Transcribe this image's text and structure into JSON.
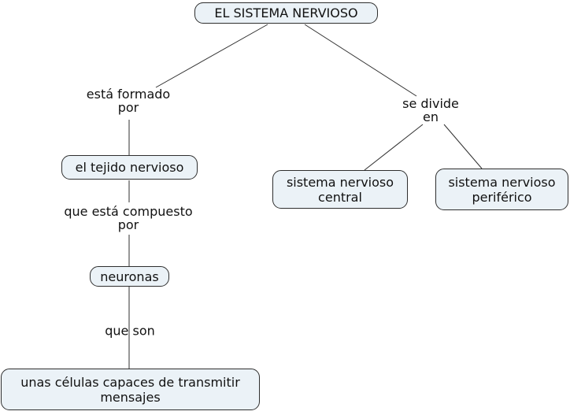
{
  "title": "EL SISTEMA NERVIOSO",
  "colors": {
    "background": "#ffffff",
    "node_fill": "#ebf2f7",
    "node_border": "#2e2e2e",
    "line": "#2f2f2f",
    "text": "#111111"
  },
  "nodes": {
    "root": {
      "lines": [
        "EL SISTEMA NERVIOSO"
      ]
    },
    "tejido": {
      "lines": [
        "el tejido nervioso"
      ]
    },
    "neuronas": {
      "lines": [
        "neuronas"
      ]
    },
    "celulas": {
      "lines": [
        "unas células capaces de transmitir",
        "mensajes"
      ]
    },
    "central": {
      "lines": [
        "sistema nervioso",
        "central"
      ]
    },
    "periferico": {
      "lines": [
        "sistema nervioso",
        "periférico"
      ]
    }
  },
  "linking_phrases": {
    "formado": {
      "lines": [
        "está formado",
        "por"
      ]
    },
    "divide": {
      "lines": [
        "se divide",
        "en"
      ]
    },
    "compuesto": {
      "lines": [
        "que está compuesto",
        "por"
      ]
    },
    "queson": {
      "lines": [
        "que son"
      ]
    }
  }
}
